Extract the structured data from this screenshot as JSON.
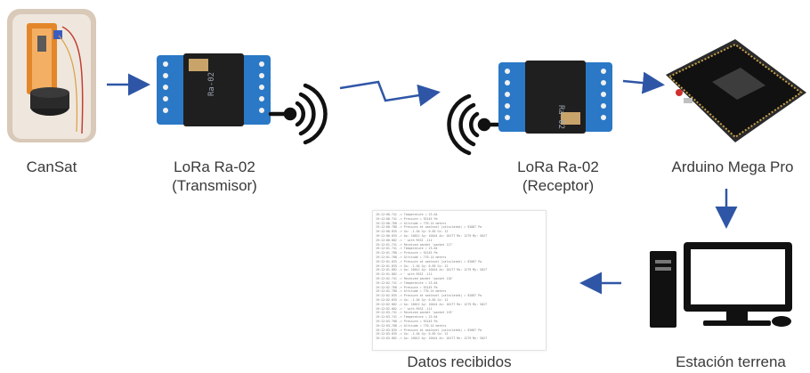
{
  "nodes": {
    "cansat": {
      "label": "CanSat"
    },
    "transmitter": {
      "line1": "LoRa Ra-02",
      "line2": "(Transmisor)"
    },
    "receiver": {
      "line1": "LoRa Ra-02",
      "line2": "(Receptor)"
    },
    "arduino": {
      "label": "Arduino Mega Pro"
    },
    "ground_station": {
      "label": "Estación terrena"
    },
    "received_data": {
      "label": "Datos recibidos"
    }
  },
  "colors": {
    "arrow": "#2f56a6",
    "board_blue": "#2a78c6",
    "text": "#3a3a3a"
  },
  "icons": [
    "radio-waves-icon",
    "computer-icon",
    "lora-module-icon",
    "arduino-board-icon"
  ]
}
